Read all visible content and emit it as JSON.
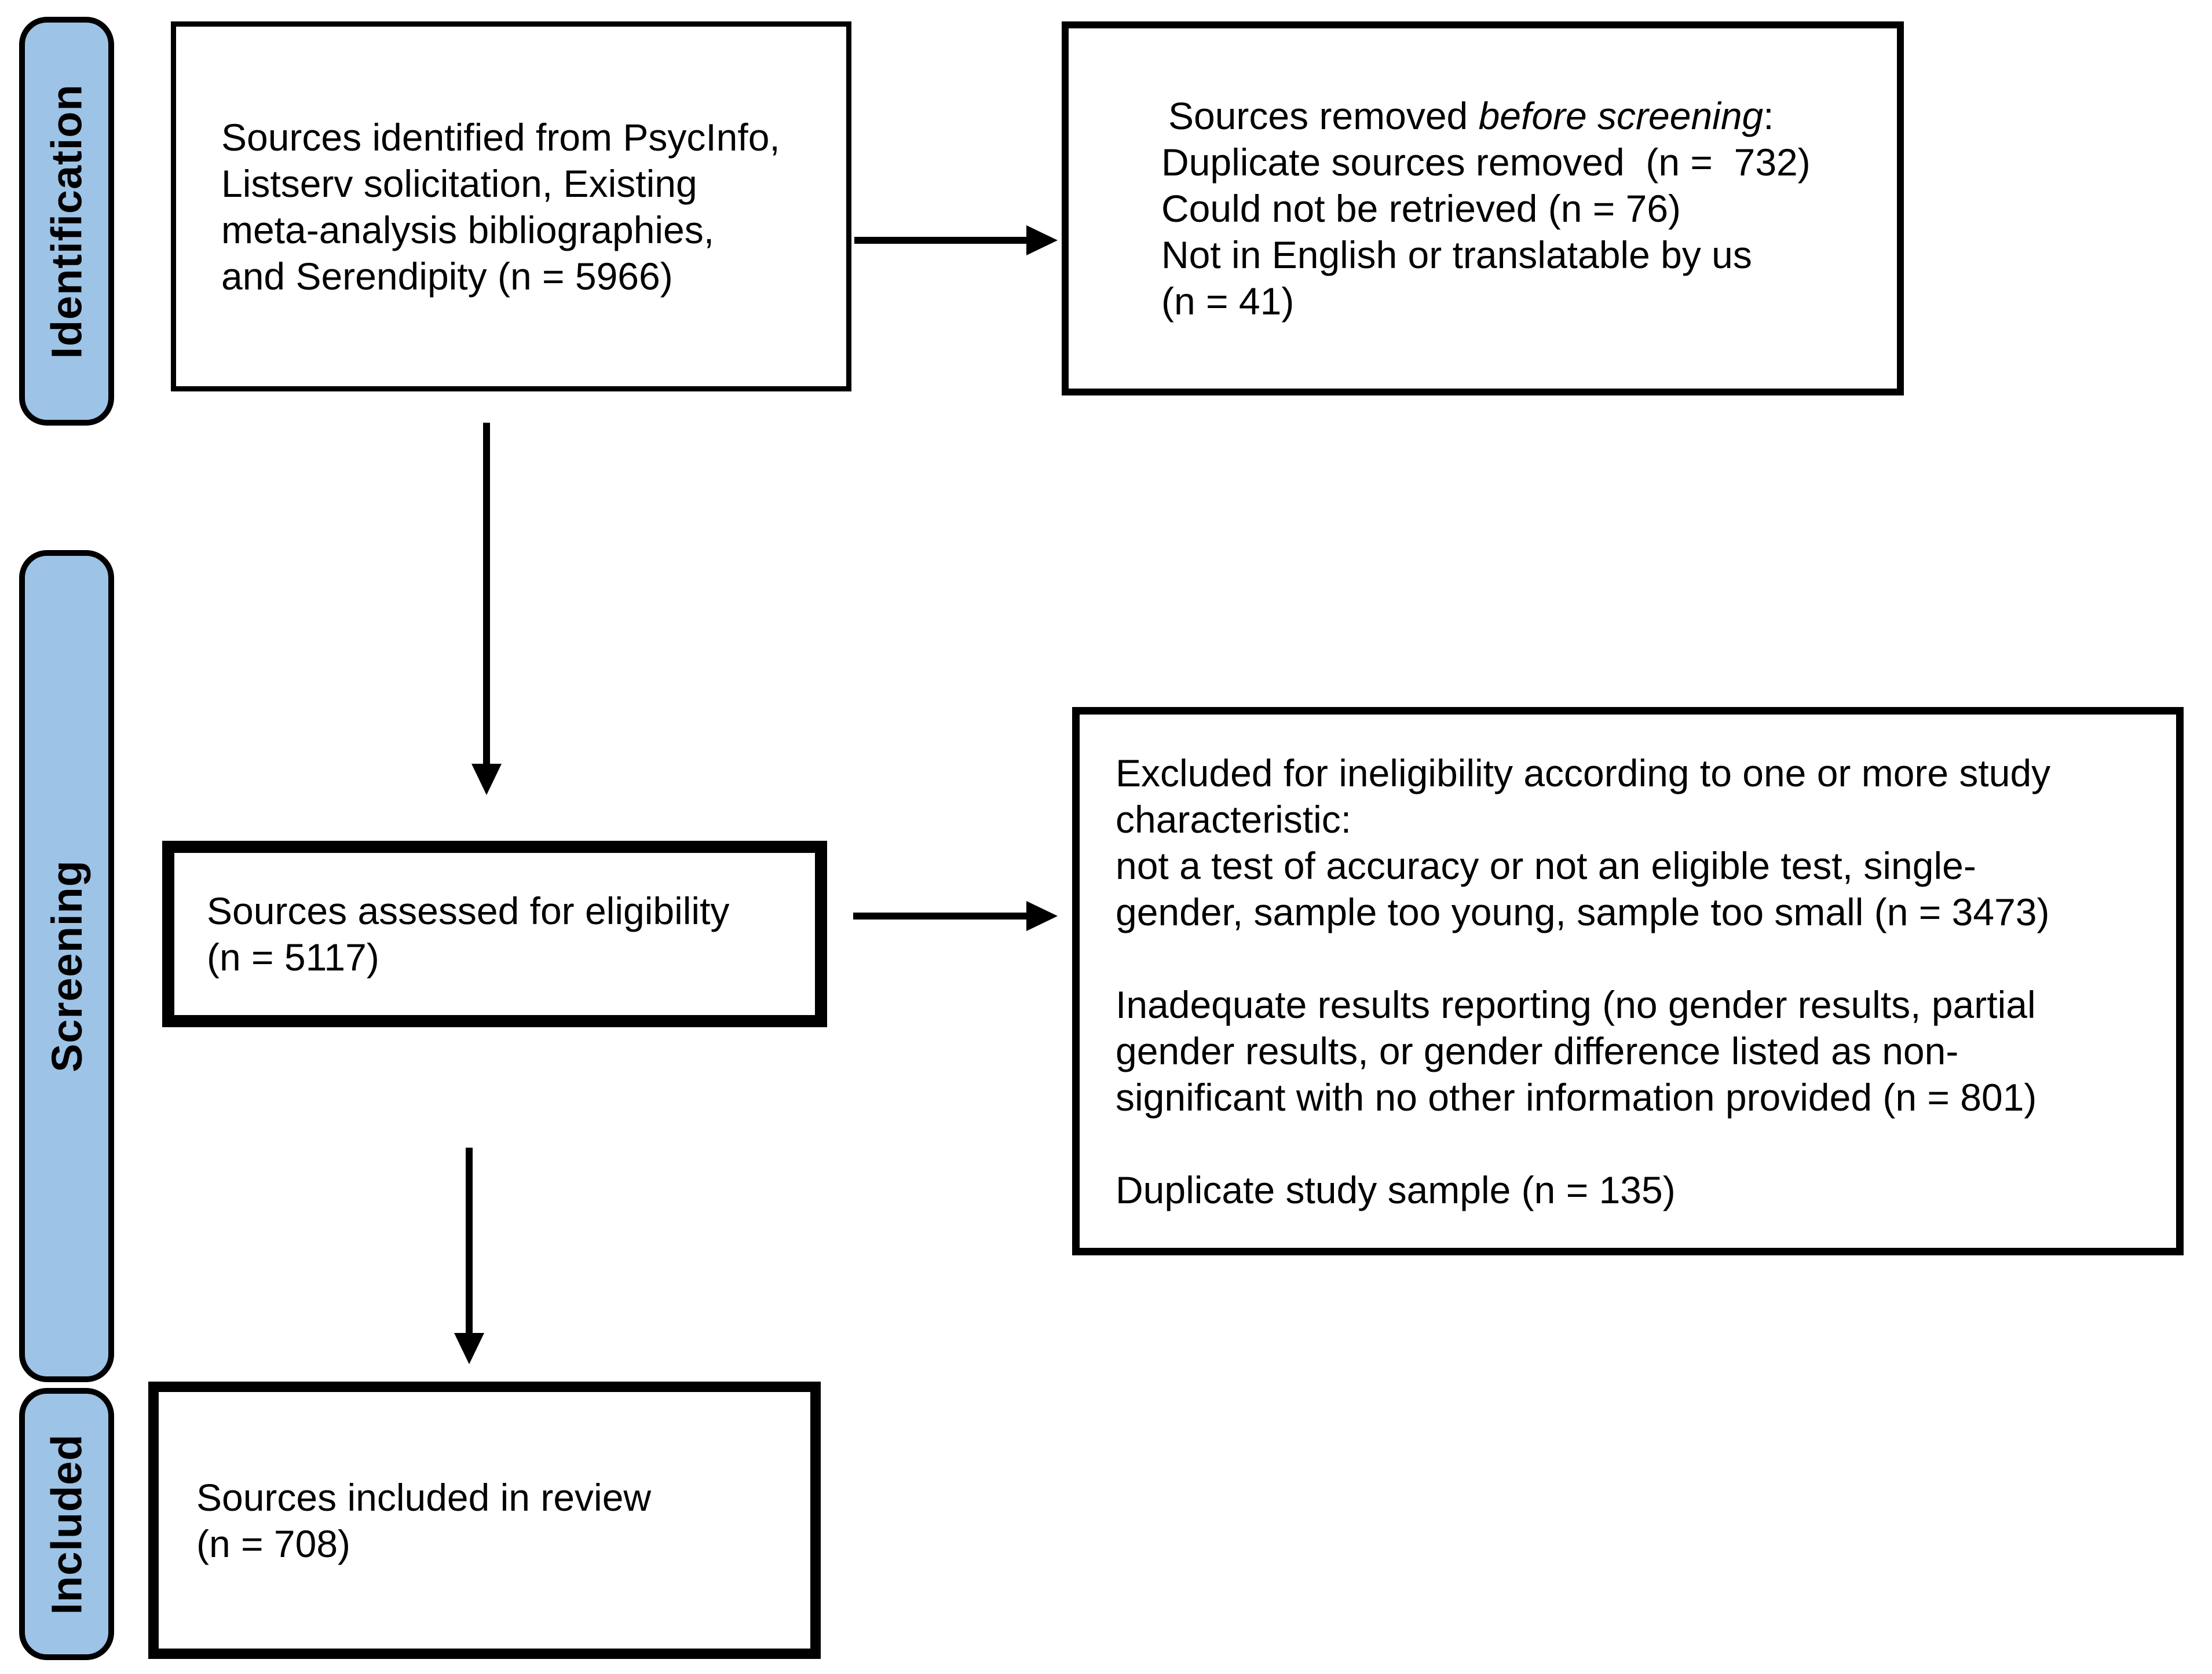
{
  "stages": {
    "identification": "Identification",
    "screening": "Screening",
    "included": "Included"
  },
  "boxes": {
    "identified": {
      "text": "Sources identified from PsycInfo,\nListserv solicitation, Existing\nmeta-analysis bibliographies,\nand Serendipity (n = 5966)"
    },
    "removed": {
      "line1_prefix": "Sources removed ",
      "line1_italic": "before screening",
      "line1_suffix": ":",
      "rest": "Duplicate sources removed  (n =  732)\nCould not be retrieved (n = 76)\nNot in English or translatable by us\n(n = 41)"
    },
    "assessed": {
      "text": "Sources assessed for eligibility\n(n = 5117)"
    },
    "excluded": {
      "text": "Excluded for ineligibility according to one or more study\ncharacteristic:\nnot a test of accuracy or not an eligible test, single-\ngender, sample too young, sample too small (n = 3473)\n\nInadequate results reporting (no gender results, partial\ngender results, or gender difference listed as non-\nsignificant with no other information provided (n = 801)\n\nDuplicate study sample (n = 135)"
    },
    "included_review": {
      "text": "Sources included in review\n(n = 708)"
    }
  },
  "colors": {
    "stage_fill": "#9DC3E6",
    "line": "#000000",
    "background": "#FFFFFF"
  }
}
